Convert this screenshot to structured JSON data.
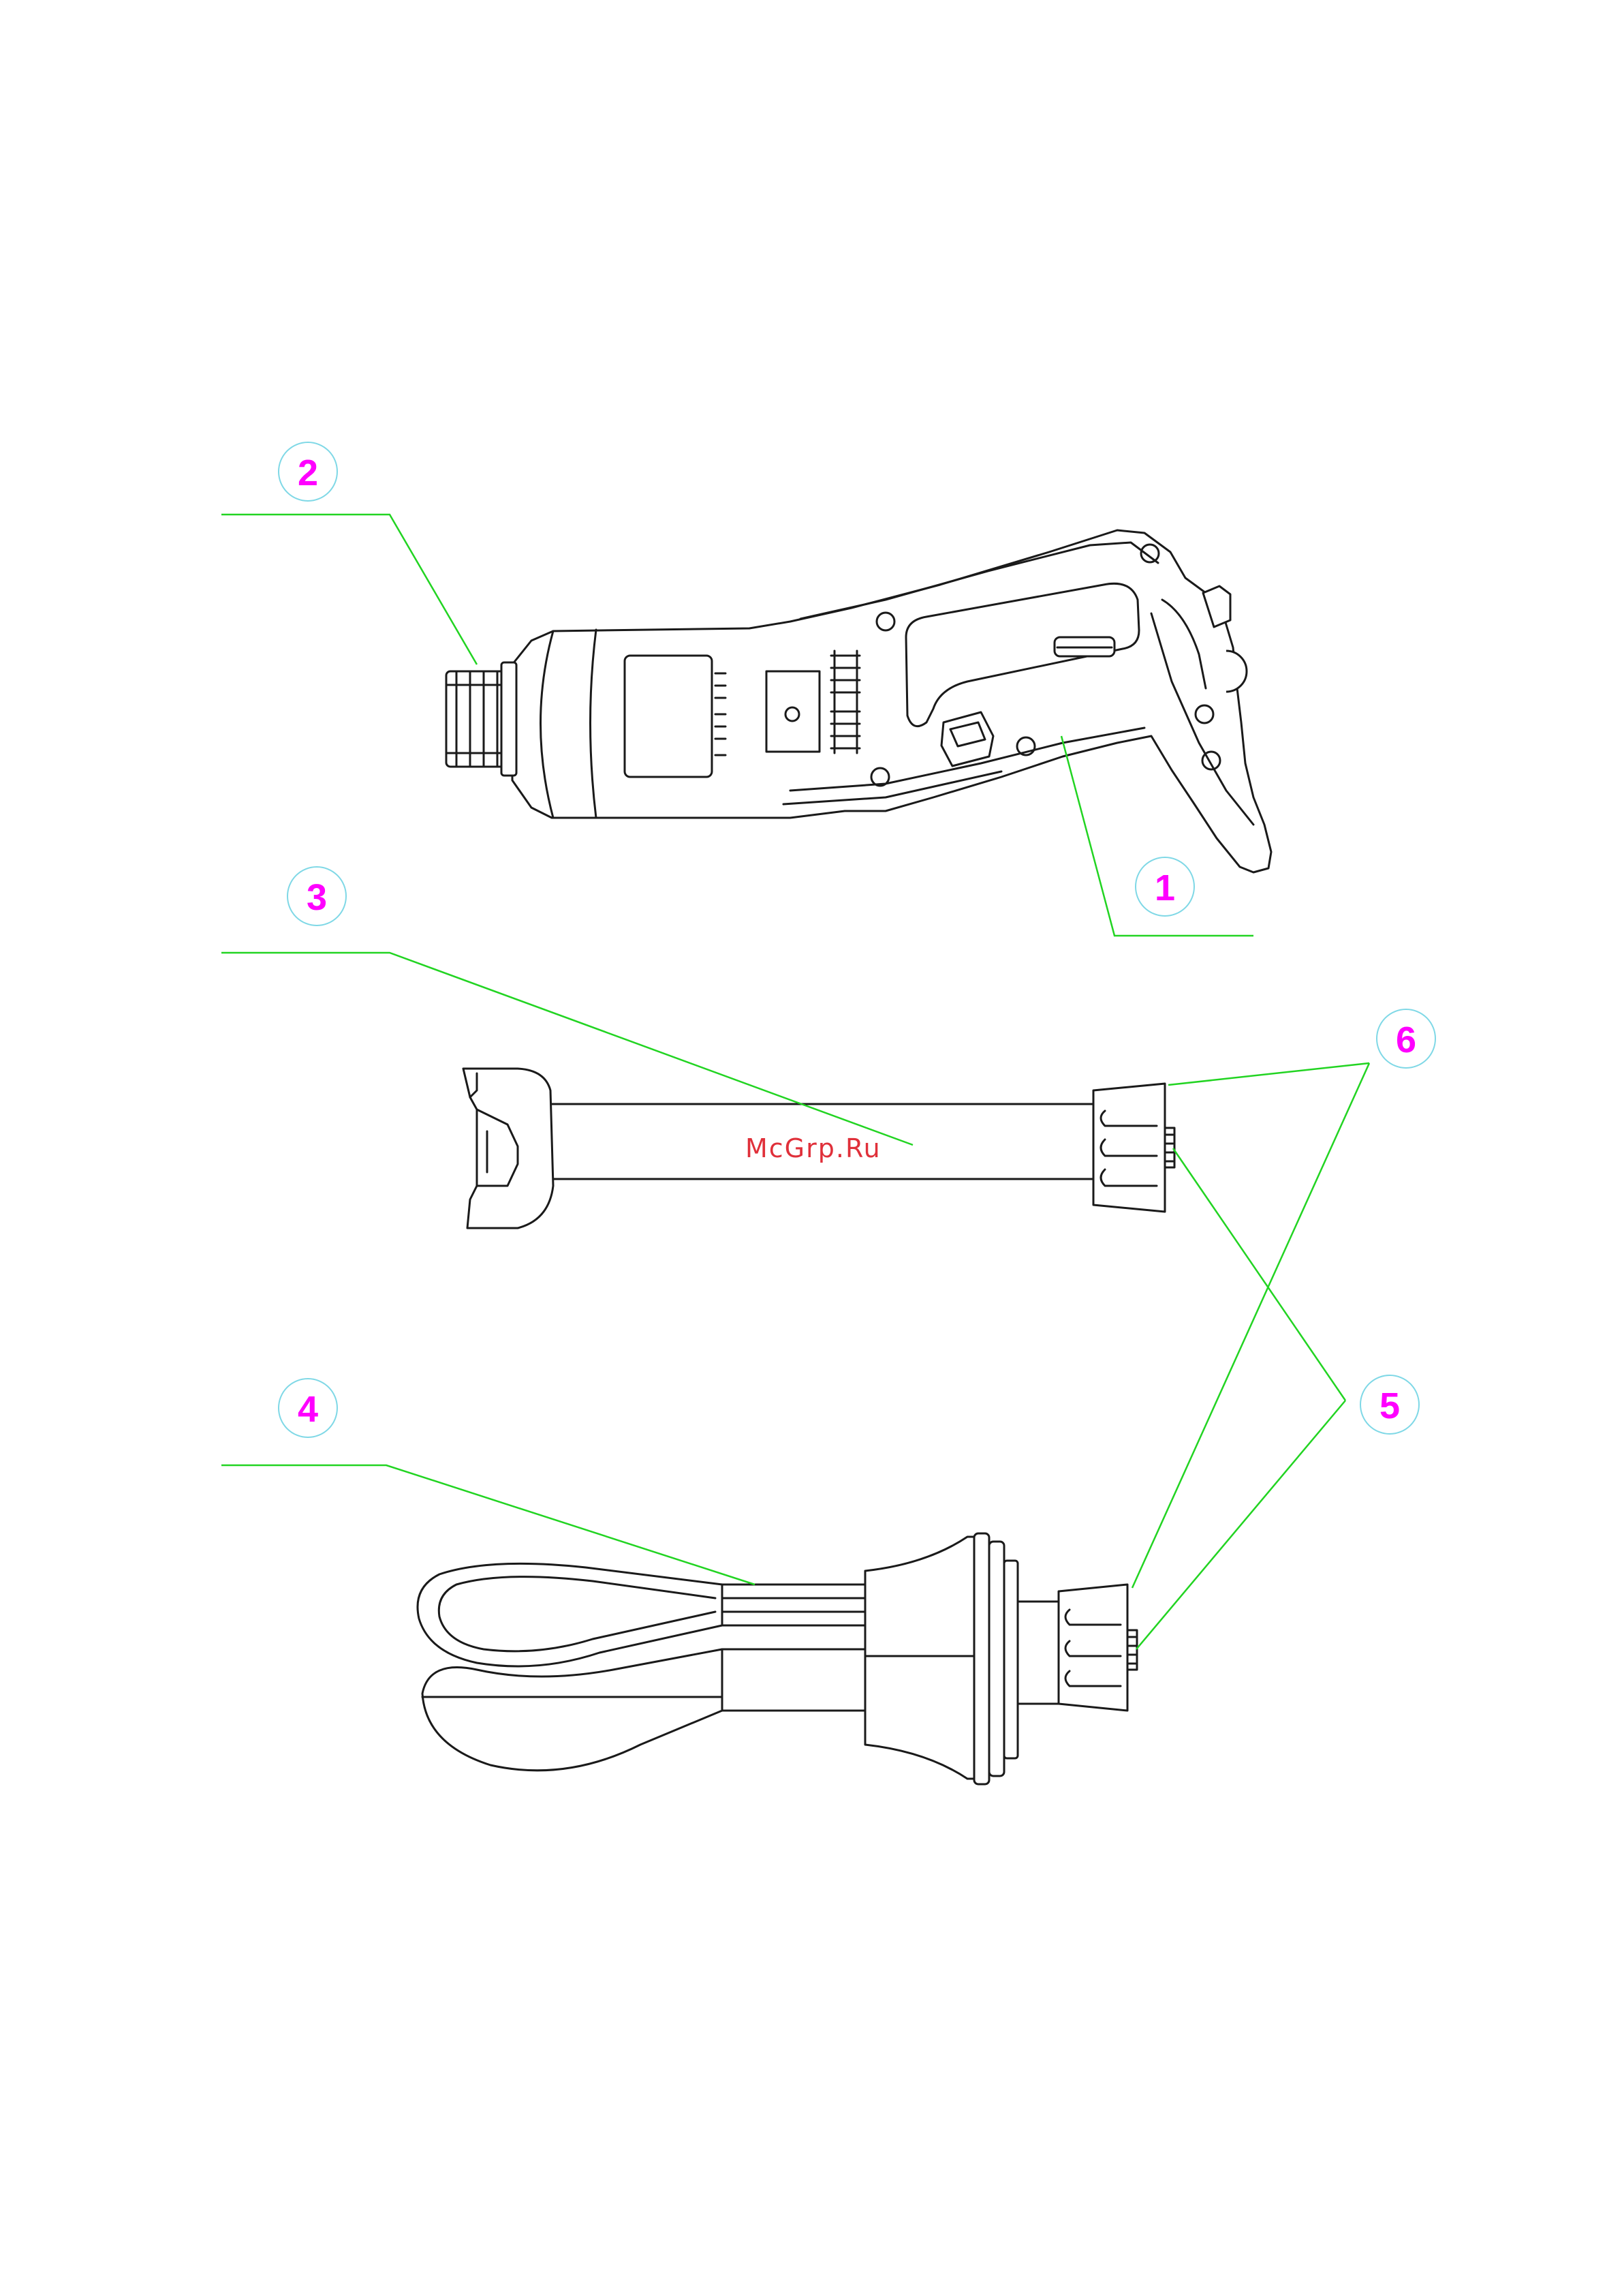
{
  "callouts": [
    {
      "id": "1",
      "label": "1"
    },
    {
      "id": "2",
      "label": "2"
    },
    {
      "id": "3",
      "label": "3"
    },
    {
      "id": "4",
      "label": "4"
    },
    {
      "id": "5",
      "label": "5"
    },
    {
      "id": "6",
      "label": "6"
    }
  ],
  "watermark": "McGrp.Ru",
  "colors": {
    "leader_lines": "#22d422",
    "callout_text": "#ff00ff",
    "callout_circle": "#7fd8e6",
    "watermark": "#e0303a",
    "drawing": "#1a1a1a"
  }
}
